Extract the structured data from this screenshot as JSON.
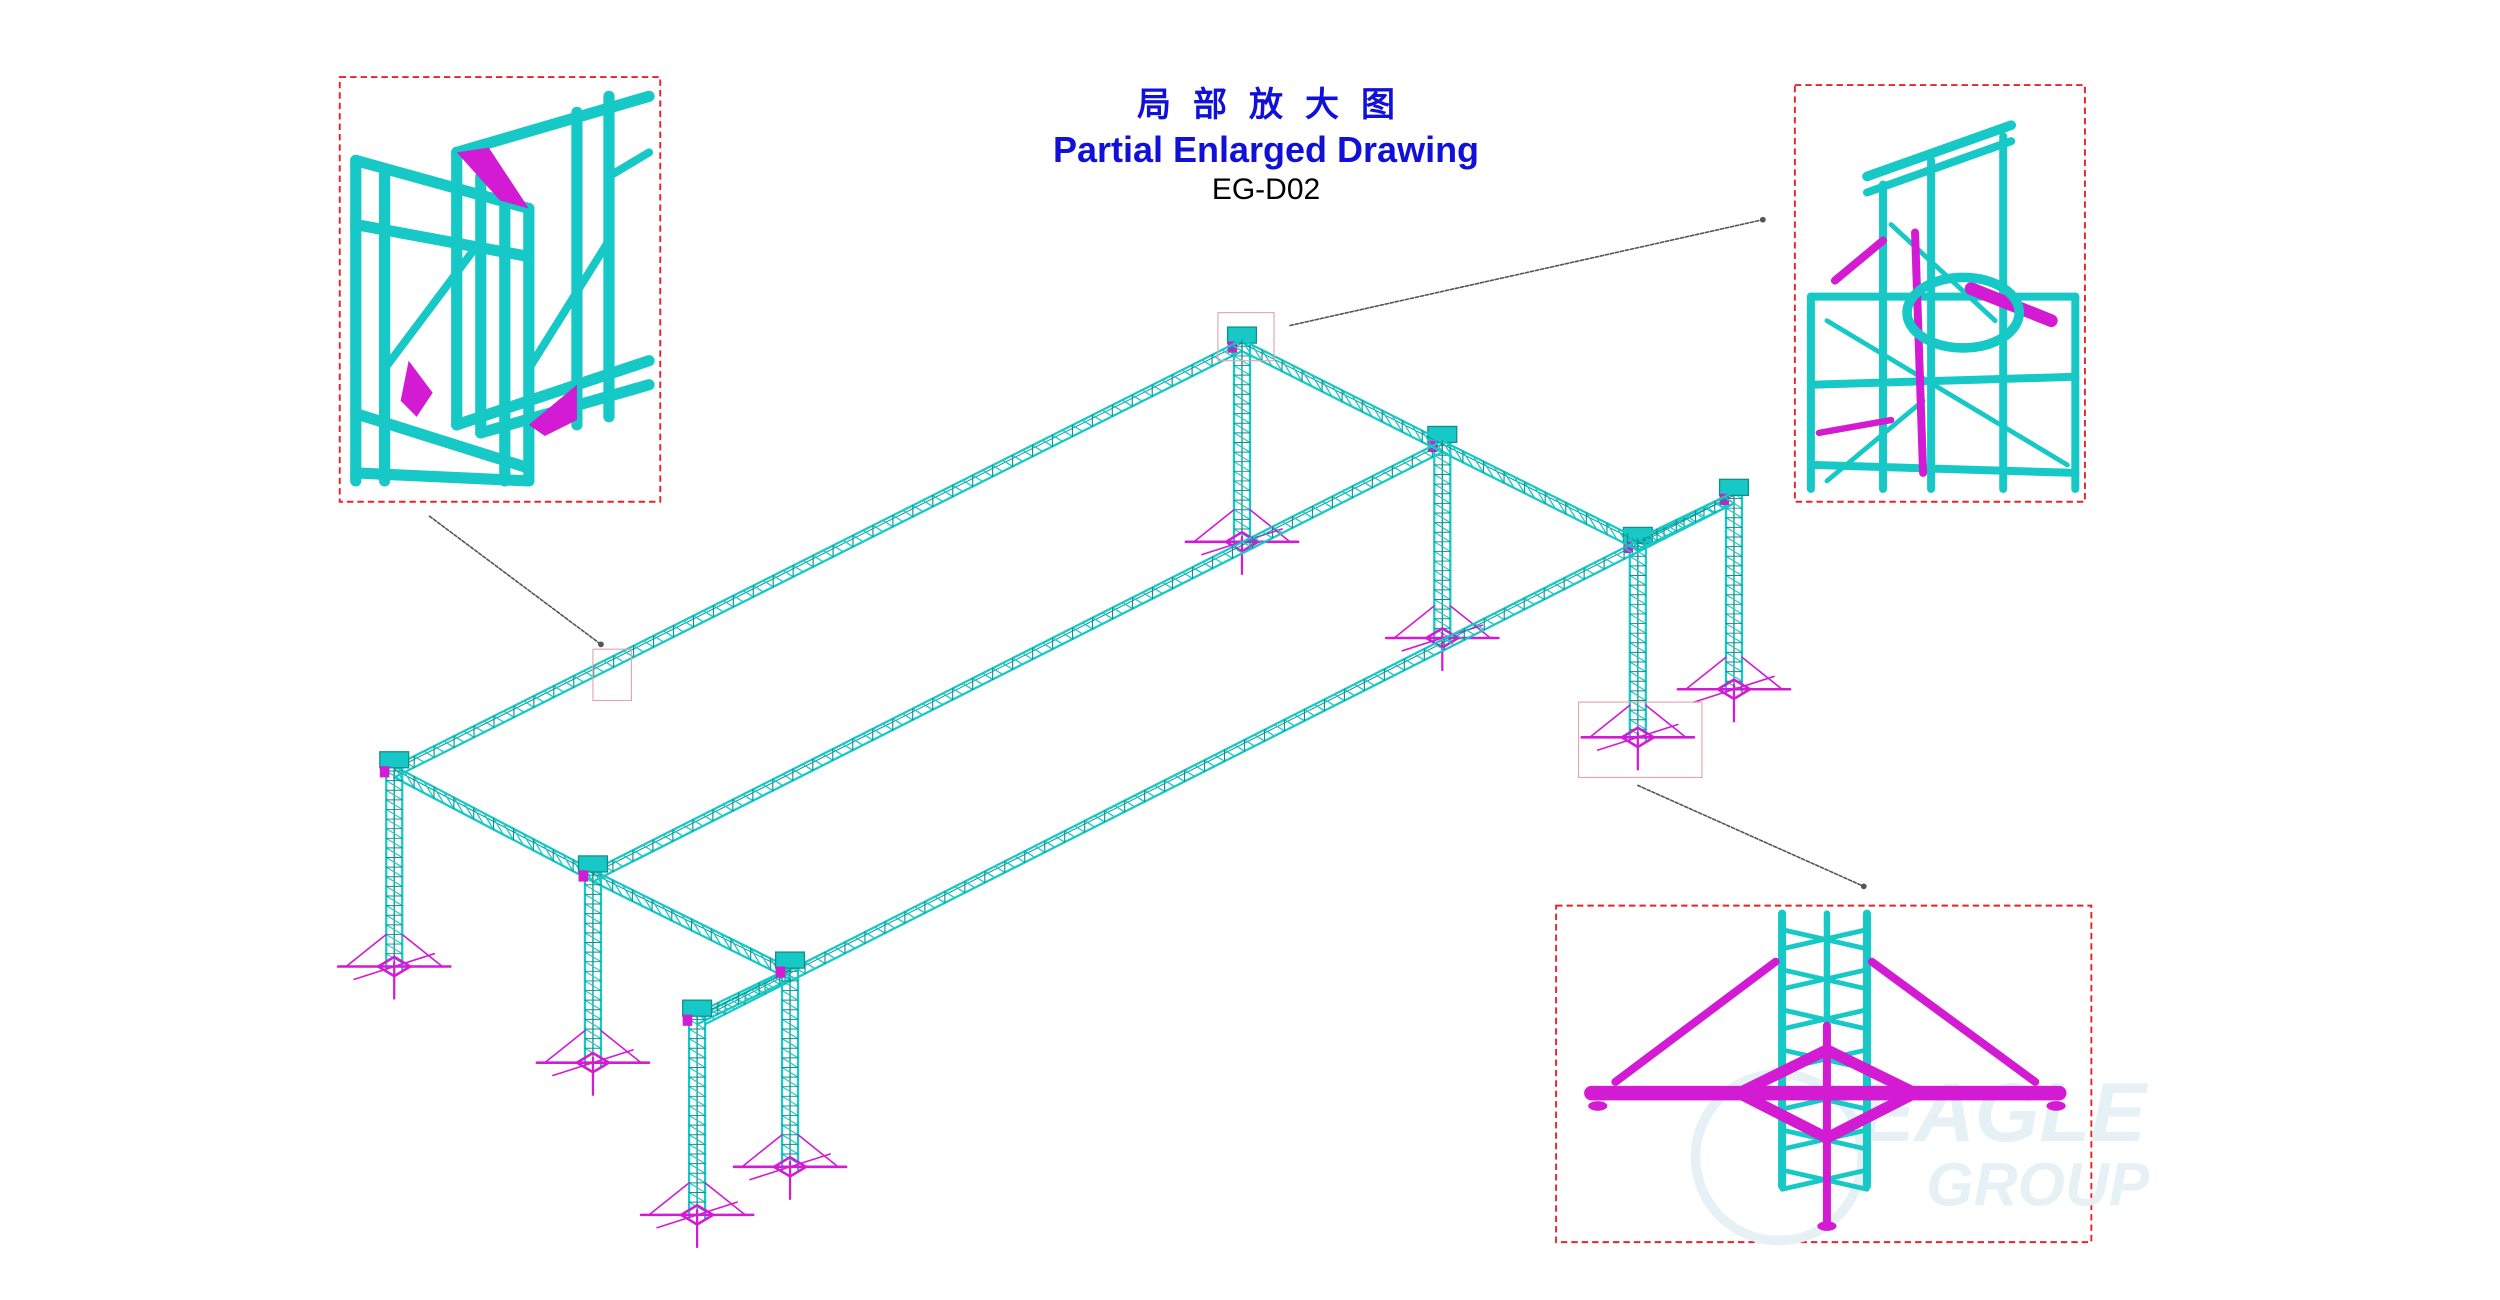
{
  "title": {
    "chinese": "局部放大图",
    "english": "Partial Enlarged Drawing",
    "code": "EG-D02"
  },
  "watermark": {
    "line1": "EAGLE",
    "line2": "GROUP"
  },
  "colors": {
    "truss": "#17c9c6",
    "truss_dark": "#0e8f8c",
    "base": "#d21bd2",
    "callout_box": "#e8242a",
    "title_blue": "#1010d8",
    "watermark": "#e6f1f6"
  },
  "callouts": [
    {
      "name": "top-left-detail",
      "subject": "truss-joint"
    },
    {
      "name": "top-right-detail",
      "subject": "tower-top-sleeve-block"
    },
    {
      "name": "bottom-right-detail",
      "subject": "tower-base-outriggers"
    }
  ]
}
